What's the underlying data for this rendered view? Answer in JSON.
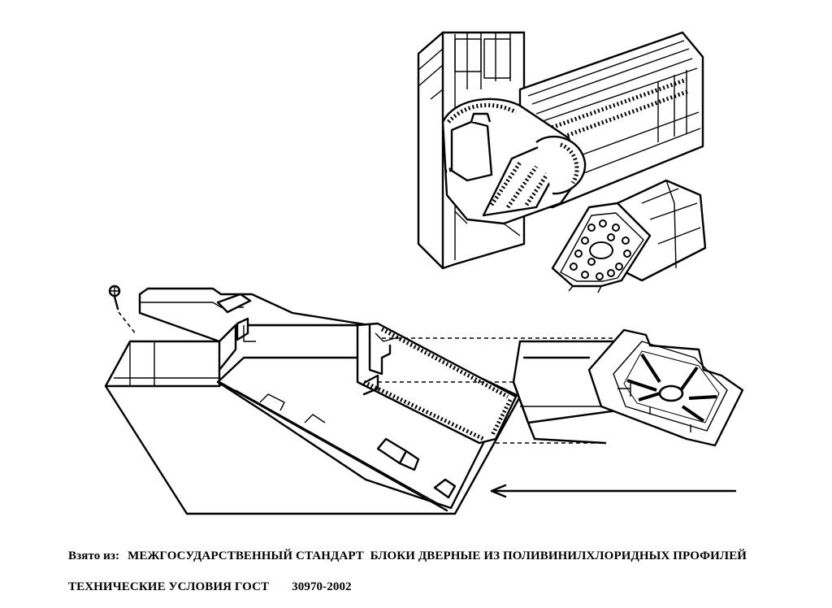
{
  "caption": {
    "source_label": "Взято из:",
    "line1": "МЕЖГОСУДАРСТВЕННЫЙ СТАНДАРТ  БЛОКИ ДВЕРНЫЕ ИЗ ПОЛИВИНИЛХЛОРИДНЫХ ПРОФИЛЕЙ",
    "line2_title": "ТЕХНИЧЕСКИЕ УСЛОВИЯ ГОСТ",
    "line2_number": "30970-2002"
  }
}
